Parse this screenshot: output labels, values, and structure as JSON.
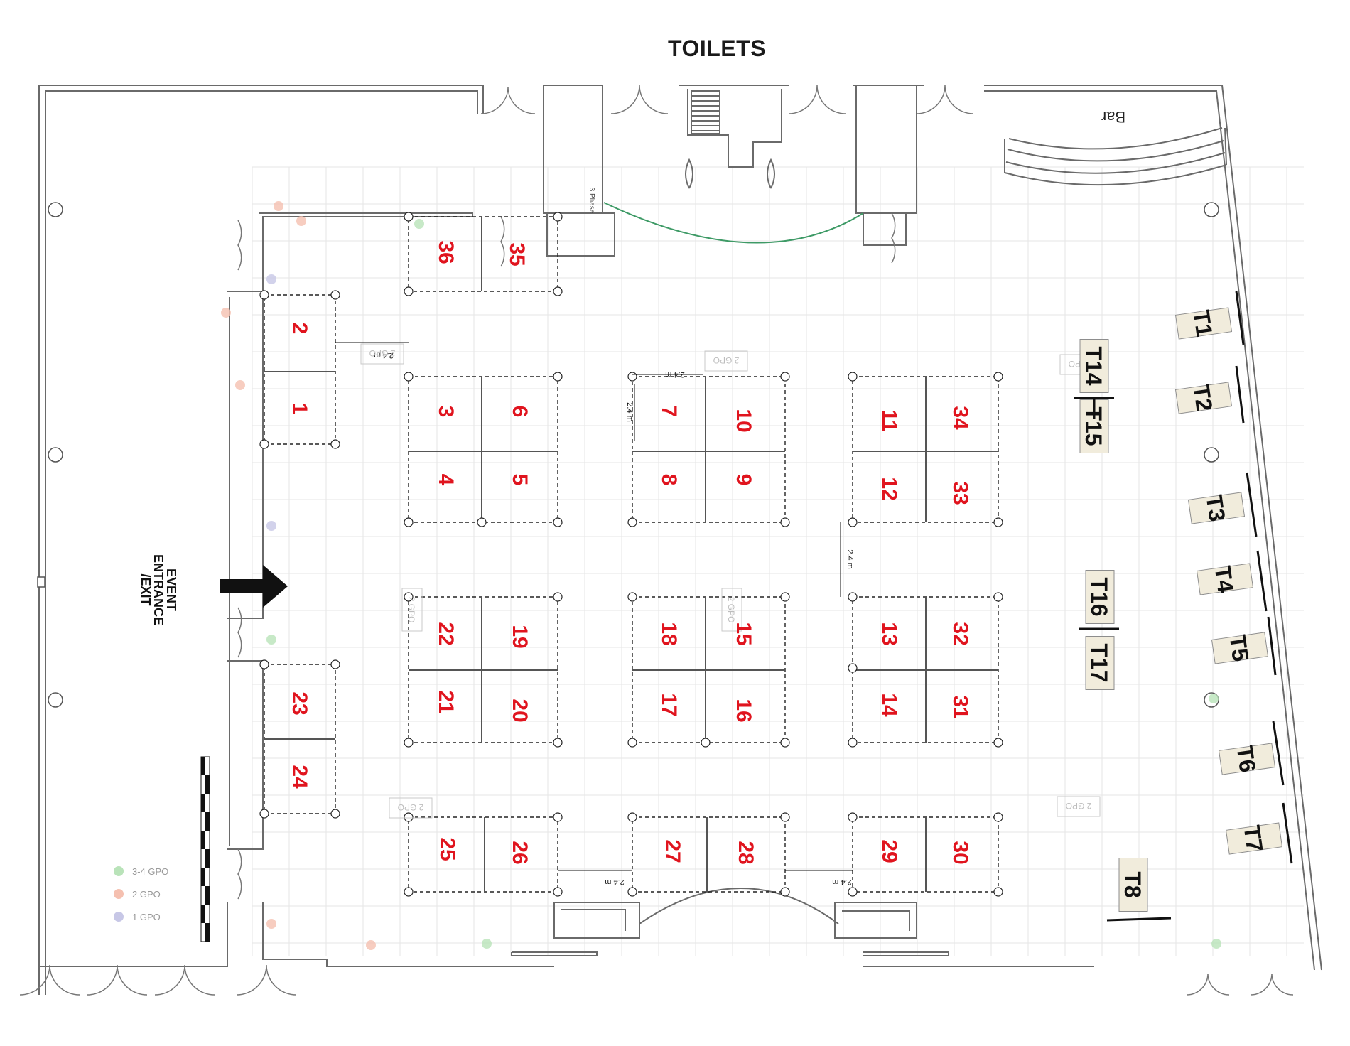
{
  "title": "TOILETS",
  "bar_label": "Bar",
  "entrance_label": "EVENT\nENTRANCE\n/EXIT",
  "phase_label": "3 Phase",
  "spacing_label": "2.4 m",
  "gpo_tag_label": "2 GPO",
  "legend": [
    {
      "label": "3-4 GPO",
      "color": "#b9e3b9"
    },
    {
      "label": "2 GPO",
      "color": "#f5c0b0"
    },
    {
      "label": "1 GPO",
      "color": "#c7c7e6"
    }
  ],
  "booth_color": "#e0141e",
  "table_color": "#f1ecdc",
  "booths": [
    "1",
    "2",
    "3",
    "4",
    "5",
    "6",
    "7",
    "8",
    "9",
    "10",
    "11",
    "12",
    "13",
    "14",
    "15",
    "16",
    "17",
    "18",
    "19",
    "20",
    "21",
    "22",
    "23",
    "24",
    "25",
    "26",
    "27",
    "28",
    "29",
    "30",
    "31",
    "32",
    "33",
    "34",
    "35",
    "36"
  ],
  "tables": [
    "T1",
    "T2",
    "T3",
    "T4",
    "T5",
    "T6",
    "T7",
    "T8",
    "T14",
    "T15",
    "T16",
    "T17"
  ]
}
